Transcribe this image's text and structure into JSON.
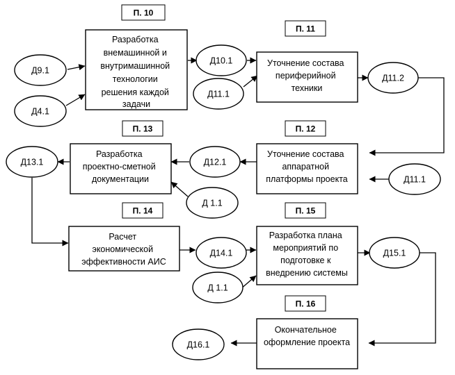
{
  "steps": {
    "p10": "П. 10",
    "p11": "П. 11",
    "p12": "П. 12",
    "p13": "П. 13",
    "p14": "П. 14",
    "p15": "П. 15",
    "p16": "П. 16"
  },
  "processes": {
    "p10": [
      "Разработка",
      "внемашинной и",
      "внутримашинной",
      "технологии",
      "решения каждой",
      "задачи"
    ],
    "p11": [
      "Уточнение состава",
      "периферийной",
      "техники"
    ],
    "p12": [
      "Уточнение состава",
      "аппаратной",
      "платформы проекта"
    ],
    "p13": [
      "Разработка",
      "проектно-сметной",
      "документации"
    ],
    "p14": [
      "Расчет",
      "экономической",
      "эффективности АИС"
    ],
    "p15": [
      "Разработка плана",
      "мероприятий по",
      "подготовке к",
      "внедрению системы"
    ],
    "p16": [
      "Окончательное",
      "оформление проекта"
    ]
  },
  "documents": {
    "d9_1": "Д9.1",
    "d4_1": "Д4.1",
    "d10_1": "Д10.1",
    "d11_1_a": "Д11.1",
    "d11_2": "Д11.2",
    "d11_1_b": "Д11.1",
    "d12_1": "Д12.1",
    "d1_1_a": "Д 1.1",
    "d13_1": "Д13.1",
    "d14_1": "Д14.1",
    "d1_1_b": "Д 1.1",
    "d15_1": "Д15.1",
    "d16_1": "Д16.1"
  }
}
